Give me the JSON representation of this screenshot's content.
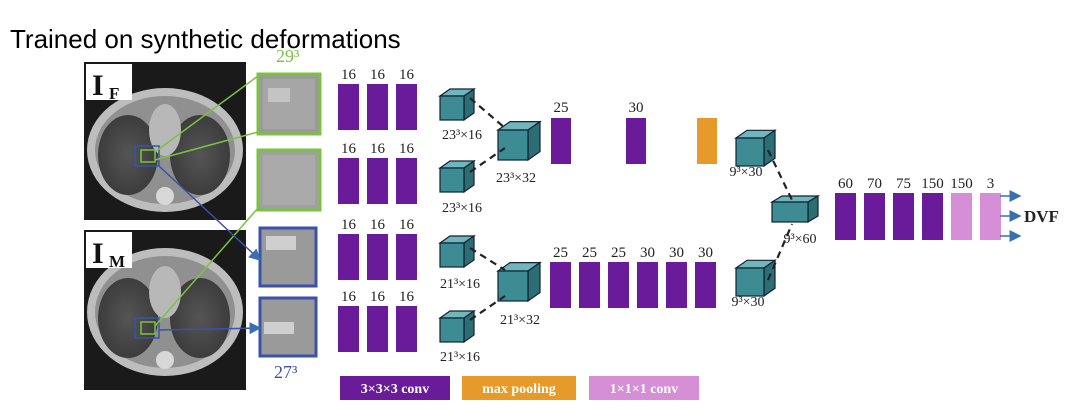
{
  "title": "Trained on synthetic deformations",
  "images": {
    "fixed": {
      "main": "I",
      "sub": "F"
    },
    "moving": {
      "main": "I",
      "sub": "M"
    }
  },
  "patch_labels": {
    "top": "29³",
    "bottom": "27³"
  },
  "colors": {
    "conv3": "#6a1b9a",
    "maxpool": "#e59a2a",
    "conv1": "#d68fd6",
    "cube": "#3d8c94",
    "green": "#7cc242",
    "blue": "#3a52a8"
  },
  "rows": {
    "r1": [
      "16",
      "16",
      "16"
    ],
    "r2": [
      "16",
      "16",
      "16"
    ],
    "r3": [
      "16",
      "16",
      "16"
    ],
    "r4": [
      "16",
      "16",
      "16"
    ]
  },
  "cube_labels": {
    "a1": "23³×16",
    "a2": "23³×16",
    "a_merge": "23³×32",
    "b1": "21³×16",
    "b2": "21³×16",
    "b_merge": "21³×32",
    "c_top": "9³×30",
    "c_bot": "9³×30",
    "c_merge": "9³×60"
  },
  "upper_path": [
    "25",
    "30"
  ],
  "lower_path": [
    "25",
    "25",
    "25",
    "30",
    "30",
    "30"
  ],
  "final": [
    "60",
    "70",
    "75",
    "150",
    "150",
    "3"
  ],
  "output": "DVF",
  "legend": {
    "conv3": "3×3×3 conv",
    "maxpool": "max pooling",
    "conv1": "1×1×1 conv"
  }
}
